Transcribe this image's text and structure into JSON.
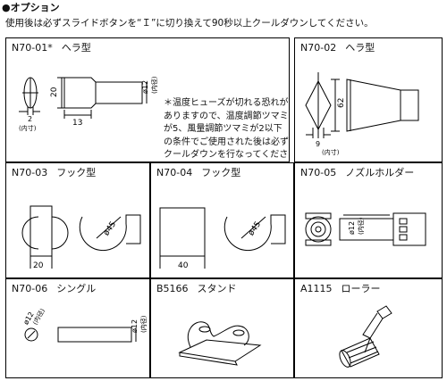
{
  "header": {
    "title": "●オプション",
    "instruction": "使用後は必ずスライドボタンを“Ｉ”に切り換えて90秒以上クールダウンしてください。"
  },
  "note": "＊温度ヒューズが切れる恐れがありますので、温度調節ツマミが5、風量調節ツマミが2以下の条件でご使用された後は必ずクールダウンを行なってください。",
  "items": [
    {
      "code": "N70-01*",
      "name": "ヘラ型",
      "dims": [
        "20",
        "13",
        "2",
        "(内寸)",
        "ø12",
        "(内径)"
      ]
    },
    {
      "code": "N70-02",
      "name": "ヘラ型",
      "dims": [
        "62",
        "9",
        "(内寸)"
      ]
    },
    {
      "code": "N70-03",
      "name": "フック型",
      "dims": [
        "20",
        "ø45"
      ]
    },
    {
      "code": "N70-04",
      "name": "フック型",
      "dims": [
        "40",
        "ø45"
      ]
    },
    {
      "code": "N70-05",
      "name": "ノズルホルダー",
      "dims": [
        "ø12",
        "(内径)"
      ]
    },
    {
      "code": "N70-06",
      "name": "シングル",
      "dims": [
        "ø12",
        "(内径)",
        "ø12",
        "(内径)"
      ]
    },
    {
      "code": "B5166",
      "name": "スタンド",
      "dims": []
    },
    {
      "code": "A1115",
      "name": "ローラー",
      "dims": []
    }
  ]
}
